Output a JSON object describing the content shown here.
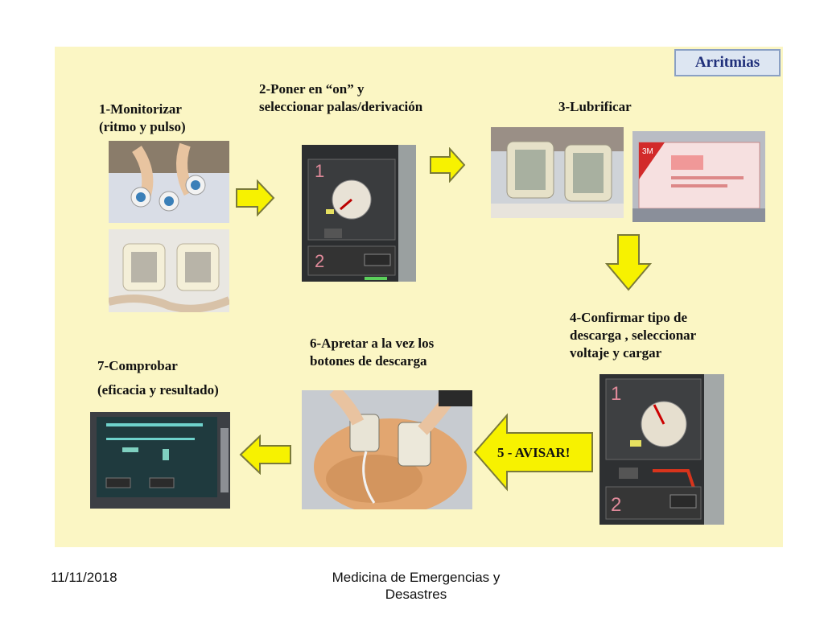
{
  "badge": "Arritmias",
  "steps": {
    "s1_line1": "1-Monitorizar",
    "s1_line2": "(ritmo y pulso)",
    "s2_line1": "2-Poner en  “on” y",
    "s2_line2": "seleccionar palas/derivación",
    "s3": "3-Lubrificar",
    "s4_line1": "4-Confirmar tipo de",
    "s4_line2": "descarga , seleccionar",
    "s4_line3": "voltaje y cargar",
    "s5": "5 - AVISAR!",
    "s6_line1": "6-Apretar a la vez los",
    "s6_line2": "botones de descarga",
    "s7_line1": "7-Comprobar",
    "s7_line2": "(eficacia y resultado)"
  },
  "footer": {
    "date": "11/11/2018",
    "title_line1": "Medicina de Emergencias y",
    "title_line2": "Desastres"
  },
  "colors": {
    "panel_bg": "#fbf6c4",
    "arrow_fill": "#f7f200",
    "arrow_stroke": "#7a7a3a",
    "badge_text": "#1f2f7a"
  }
}
